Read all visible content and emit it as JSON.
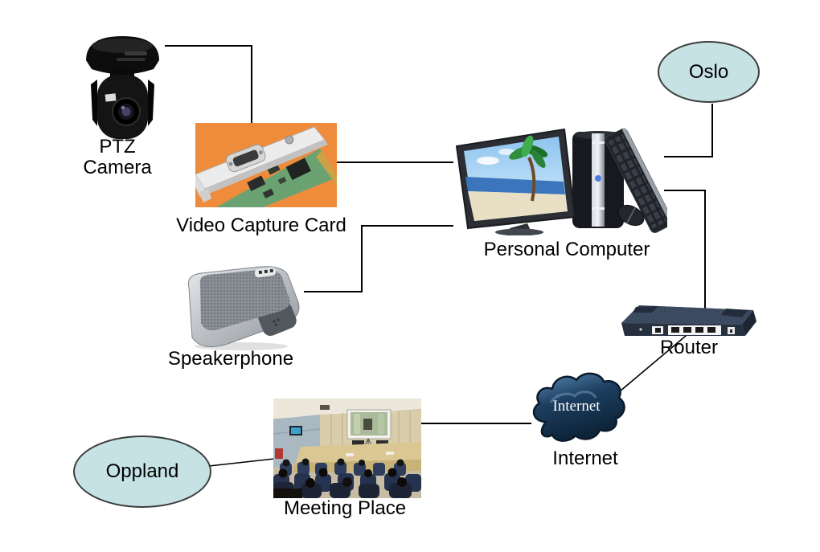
{
  "diagram": {
    "nodes": {
      "ptz_camera": {
        "label": "PTZ Camera"
      },
      "video_capture_card": {
        "label": "Video Capture Card"
      },
      "personal_computer": {
        "label": "Personal Computer"
      },
      "speakerphone": {
        "label": "Speakerphone"
      },
      "router": {
        "label": "Router"
      },
      "internet": {
        "label": "Internet",
        "cloud_text": "Internet"
      },
      "meeting_place": {
        "label": "Meeting Place"
      },
      "oslo": {
        "label": "Oslo"
      },
      "oppland": {
        "label": "Oppland"
      }
    },
    "connections": [
      {
        "from": "ptz_camera",
        "to": "video_capture_card",
        "style": "elbow"
      },
      {
        "from": "video_capture_card",
        "to": "personal_computer",
        "style": "straight"
      },
      {
        "from": "speakerphone",
        "to": "personal_computer",
        "style": "elbow"
      },
      {
        "from": "personal_computer",
        "to": "oslo",
        "style": "elbow"
      },
      {
        "from": "personal_computer",
        "to": "router",
        "style": "elbow"
      },
      {
        "from": "router",
        "to": "internet",
        "style": "diagonal"
      },
      {
        "from": "internet",
        "to": "meeting_place",
        "style": "straight"
      },
      {
        "from": "meeting_place",
        "to": "oppland",
        "style": "diagonal"
      }
    ],
    "colors": {
      "background": "#ffffff",
      "connector": "#000000",
      "ellipse_fill": "#c6e2e5",
      "ellipse_stroke": "#3d3d3d",
      "card_bg_orange": "#ee8c3c",
      "pcb_green": "#6aa271",
      "router_top_navy": "#3c4a60",
      "router_front_navy": "#27303f",
      "cloud_dark_blue": "#0c2338",
      "cloud_light_blue": "#5d8cb8",
      "cloud_text_color": "#ffffff",
      "label_color": "#000000"
    }
  }
}
